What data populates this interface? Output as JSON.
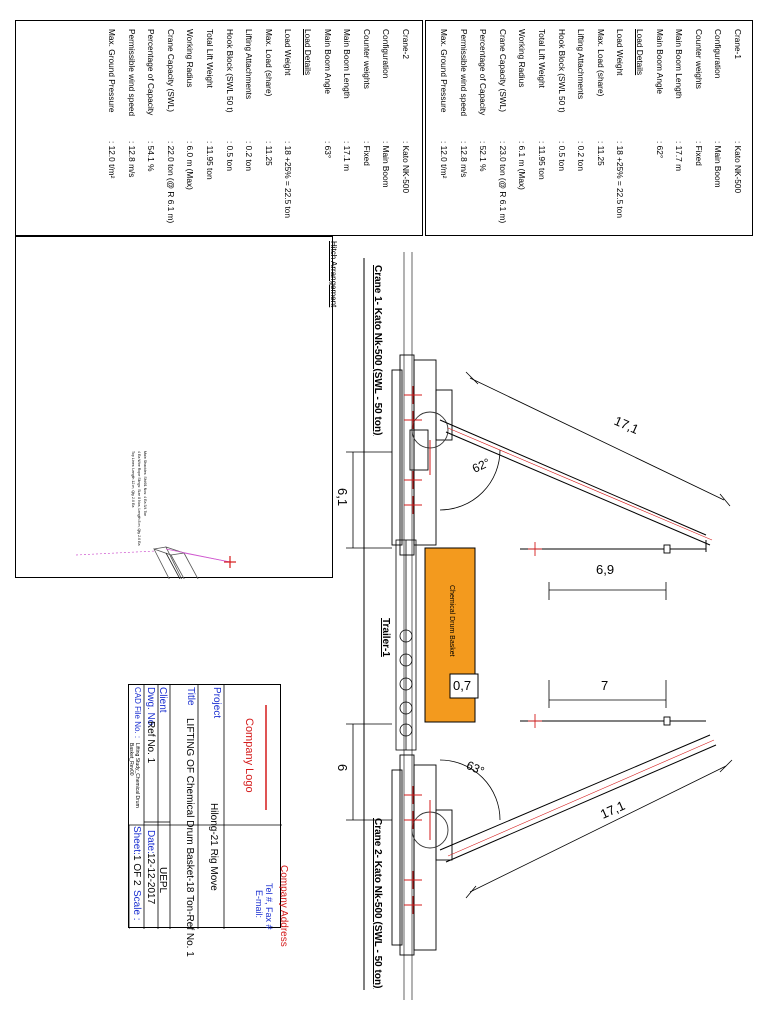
{
  "crane1_specs": {
    "title": "Crane-1",
    "rows": [
      {
        "label": "Crane-1",
        "value": ": Kato NK-500"
      },
      {
        "label": "Configuration",
        "value": ": Main Boom"
      },
      {
        "label": "Counter weights",
        "value": ": Fixed"
      },
      {
        "label": "Main Boom Length",
        "value": ": 17.7 m"
      },
      {
        "label": "Main Boom Angle",
        "value": ": 62°"
      },
      {
        "label": "Load Details",
        "value": ""
      },
      {
        "label": "Load Weight",
        "value": ": 18 +25% = 22.5 ton"
      },
      {
        "label": "Max. Load (share)",
        "value": ": 11.25"
      },
      {
        "label": "Lifting Attachments",
        "value": ": 0.2 ton"
      },
      {
        "label": "Hook Block (SWL 50 t)",
        "value": ": 0.5 ton"
      },
      {
        "label": "Total Lift Weight",
        "value": ": 11.95 ton"
      },
      {
        "label": "Working Radius",
        "value": ": 6.1 m (Max)"
      },
      {
        "label": "Crane Capacity (SWL)",
        "value": ": 23.0 ton (@ R 6.1 m)"
      },
      {
        "label": "Percentage of Capacity",
        "value": ": 52.1 %"
      },
      {
        "label": "Permissible wind speed",
        "value": ": 12.8 m/s"
      },
      {
        "label": "Max. Ground Pressure",
        "value": ": 12.0 t/m²"
      }
    ]
  },
  "crane2_specs": {
    "rows": [
      {
        "label": "Crane-2",
        "value": ": Kato NK-500"
      },
      {
        "label": "Configuration",
        "value": ": Main Boom"
      },
      {
        "label": "Counter weights",
        "value": ": Fixed"
      },
      {
        "label": "Main Boom Length",
        "value": ": 17.1 m"
      },
      {
        "label": "Main Boom Angle",
        "value": ": 63°"
      },
      {
        "label": "Load Details",
        "value": ""
      },
      {
        "label": "Load Weight",
        "value": ": 18 +25% = 22.5 ton"
      },
      {
        "label": "Max. Load (share)",
        "value": ": 11.25"
      },
      {
        "label": "Lifting Attachments",
        "value": ": 0.2 ton"
      },
      {
        "label": "Hook Block (SWL 50 t)",
        "value": ": 0.5 ton"
      },
      {
        "label": "Total Lift Weight",
        "value": ": 11.95 ton"
      },
      {
        "label": "Working Radius",
        "value": ": 6.0 m (Max)"
      },
      {
        "label": "Crane Capacity (SWL)",
        "value": ": 22.0 ton (@ R 6.1 m)"
      },
      {
        "label": "Percentage of Capacity",
        "value": ": 54.1 %"
      },
      {
        "label": "Permissible wind speed",
        "value": ": 12.8 m/s"
      },
      {
        "label": "Max. Ground Pressure",
        "value": ": 12.0 t/m²"
      }
    ]
  },
  "hitch": {
    "title": "Hitch Arrangement",
    "legend": [
      "Main Shackles: Sh#01 Nos: 4 Ea 3/4 Ton",
      "4 Ea Wire Rope Slings: Size 8 Nos, Length 8 m, Qty 2.0 Ea",
      "Top Lines: Length 12 m, Qty 2.0 Ea"
    ]
  },
  "drawing": {
    "crane1_label": "Crane 1- Kato Nk-500 (SWL - 50 ton)",
    "crane2_label": "Crane 2- Kato Nk-500 (SWL - 50 ton)",
    "trailer_label": "Trailer-1",
    "basket_label": "Chemical Drum Basket",
    "dim_boom1": "17,1",
    "dim_boom2": "17,1",
    "dim_radius1": "6,1",
    "dim_radius2": "6",
    "dim_hook1": "6,9",
    "dim_hook2": "7",
    "dim_gap": "0,7",
    "angle1": "62°",
    "angle2": "63°"
  },
  "title_block": {
    "company_logo": "Company Logo",
    "company_address": "Company Address",
    "tel_fax": "Tel #, Fax #",
    "email": "E-mail:",
    "project_label": "Project",
    "project_value": "Hilong-21 Rig Move",
    "title_label": "Title",
    "title_value": "LIFTING OF Chemical Drum Basket-18 Ton-Ref No. 1",
    "client_label": "Client",
    "client_value": "UEPL",
    "dwg_label": "Dwg. No.",
    "dwg_value": "Ref No. 1",
    "date_label": "Date:",
    "date_value": "12-12-2017",
    "cad_label": "CAD File No. :",
    "cad_value": "Lifting Study_Chemical Drum Basket_Rev00",
    "sheet_label": "Sheet:",
    "sheet_value": "1 OF 2",
    "scale_label": "Scale :"
  },
  "colors": {
    "basket": "#f39a1e",
    "label_blue": "#1a2fd0",
    "accent_red": "#d41a1a",
    "hitch_magenta": "#d05ad0"
  }
}
